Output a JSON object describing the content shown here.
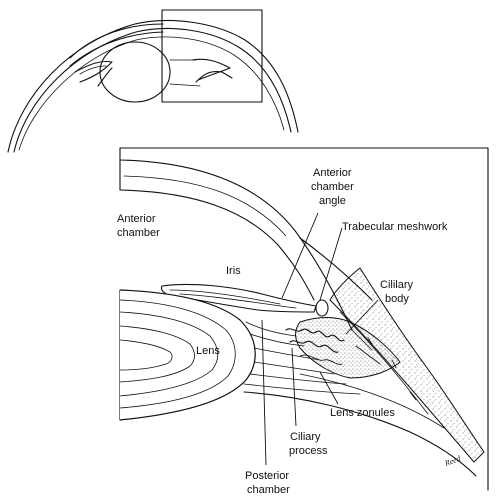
{
  "diagram": {
    "labels": {
      "anterior_chamber_angle": [
        "Anterior",
        "chamber",
        "angle"
      ],
      "anterior_chamber": [
        "Anterior",
        "chamber"
      ],
      "trabecular_meshwork": "Trabecular meshwork",
      "iris": "Iris",
      "ciliary_body": [
        "Cililary",
        "body"
      ],
      "lens": "Lens",
      "lens_zonules": "Lens zonules",
      "ciliary_process": [
        "Ciliary",
        "process"
      ],
      "posterior_chamber": [
        "Posterior",
        "chamber"
      ]
    },
    "illustrator_signature": "Reed"
  },
  "colors": {
    "line": "#111111",
    "background": "#ffffff",
    "stipple": "#333333"
  }
}
